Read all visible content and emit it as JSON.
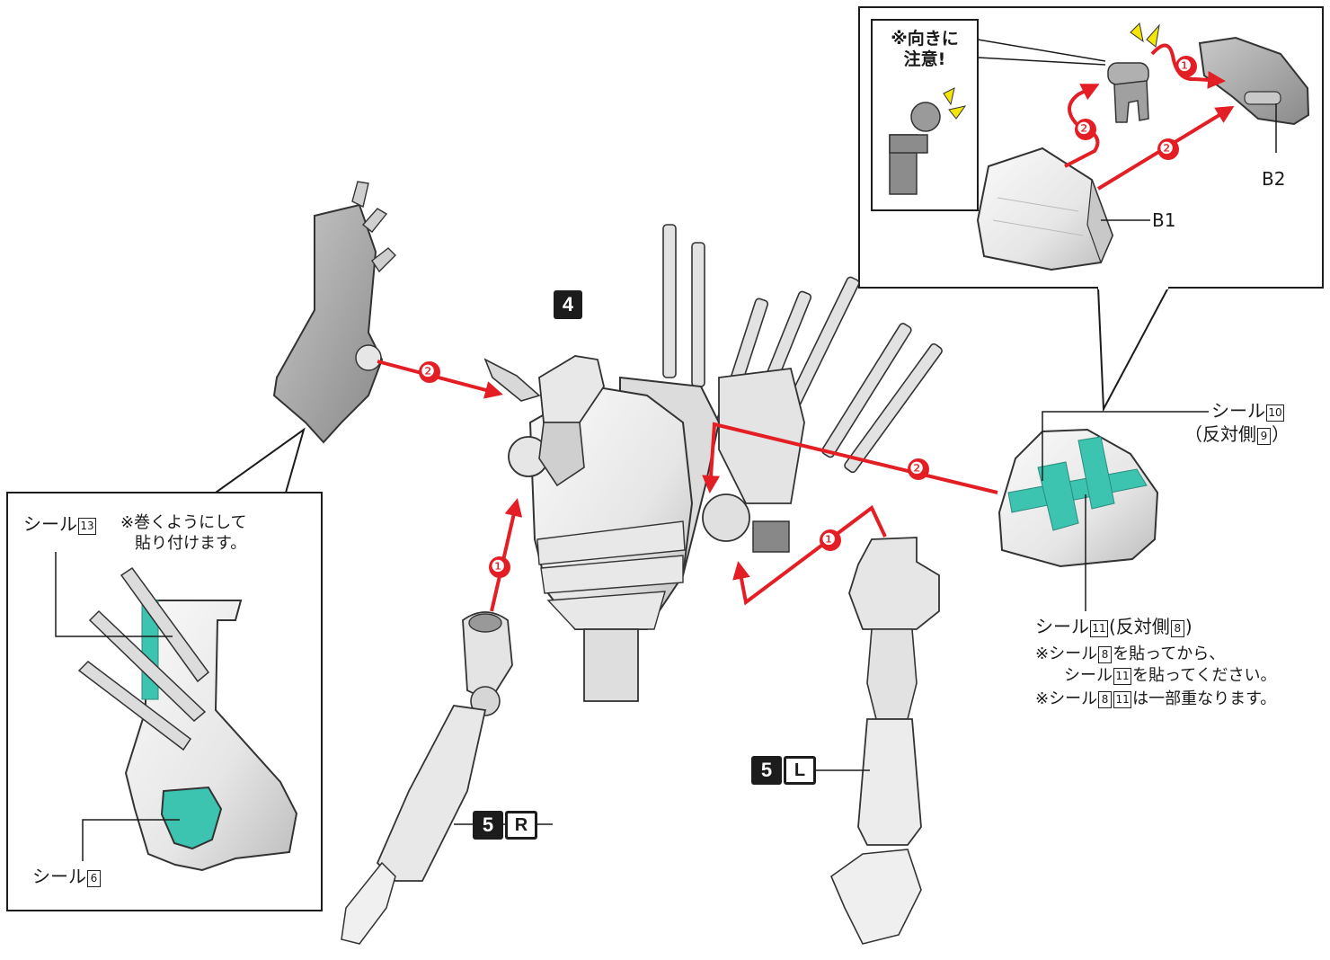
{
  "step_number": "4",
  "arm_right": {
    "step": "5",
    "side": "R"
  },
  "arm_left": {
    "step": "5",
    "side": "L"
  },
  "order_marks": {
    "first": "❶",
    "second": "❷"
  },
  "callout_top": {
    "caution_line1": "※向きに",
    "caution_line2": "注意!",
    "part_b1": "B1",
    "part_b2": "B2"
  },
  "sticker_10": {
    "prefix": "シール",
    "num": "10",
    "alt_prefix": "（反対側",
    "alt_num": "9",
    "alt_suffix": "）"
  },
  "sticker_11": {
    "prefix": "シール",
    "num": "11",
    "alt_prefix": "(反対側",
    "alt_num": "8",
    "alt_suffix": ")"
  },
  "notes_right": {
    "note1_a": "※シール",
    "note1_num": "8",
    "note1_b": "を貼ってから、",
    "note2_a": "シール",
    "note2_num": "11",
    "note2_b": "を貼ってください。",
    "note3_a": "※シール",
    "note3_num1": "8",
    "note3_num2": "11",
    "note3_b": "は一部重なります。"
  },
  "callout_left": {
    "sticker_13_prefix": "シール",
    "sticker_13_num": "13",
    "wrap_note_1": "※巻くようにして",
    "wrap_note_2": "貼り付けます。",
    "sticker_6_prefix": "シール",
    "sticker_6_num": "6"
  },
  "colors": {
    "arrow": "#e31e24",
    "sticker": "#3cc4b0",
    "caution": "#f5e60a",
    "part_gray": "#a7a7a7",
    "part_light": "#ececec",
    "outline": "#1c1c1c"
  }
}
